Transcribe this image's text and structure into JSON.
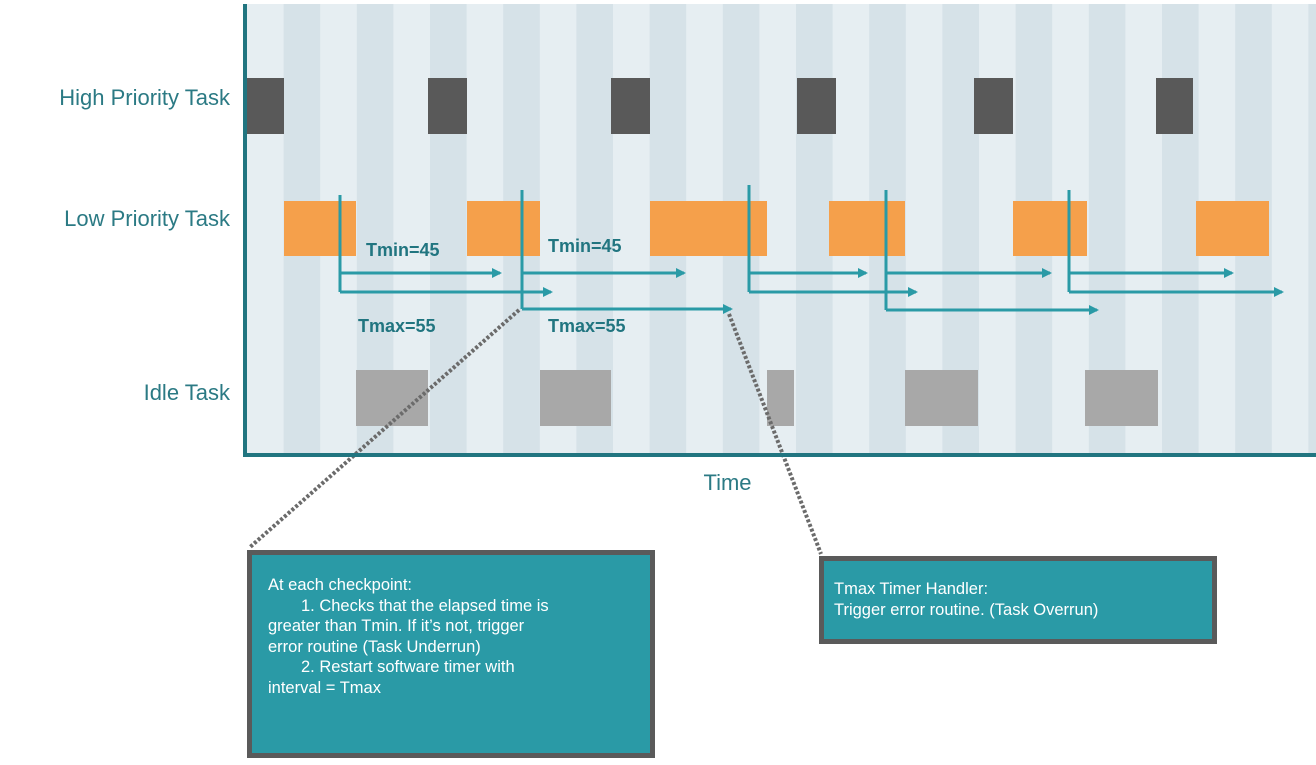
{
  "rows": {
    "high": "High Priority Task",
    "low": "Low Priority Task",
    "idle": "Idle Task"
  },
  "axis": {
    "x_label": "Time"
  },
  "timer_labels": {
    "tmin_1": "Tmin=45",
    "tmax_1": "Tmax=55",
    "tmin_2": "Tmin=45",
    "tmax_2": "Tmax=55"
  },
  "callout_checkpoint": {
    "heading": "At each checkpoint:",
    "lines": [
      "1. Checks that the elapsed time is",
      "greater than Tmin. If it’s not, trigger",
      "error routine (Task Underrun)",
      "2. Restart software timer with",
      "interval = Tmax"
    ]
  },
  "callout_tmax": {
    "heading": "Tmax Timer Handler:",
    "line": "Trigger error routine. (Task Overrun)"
  },
  "colors": {
    "high_task": "#595959",
    "low_task": "#f5a04b",
    "idle_task": "#a8a8a8",
    "arrows": "#2a9aa6",
    "axis": "#217580",
    "stripe_light": "#e6eef2",
    "stripe_dark": "#d6e2e8",
    "callout_fill": "#2a9aa6",
    "callout_border": "#5a5a5a"
  }
}
